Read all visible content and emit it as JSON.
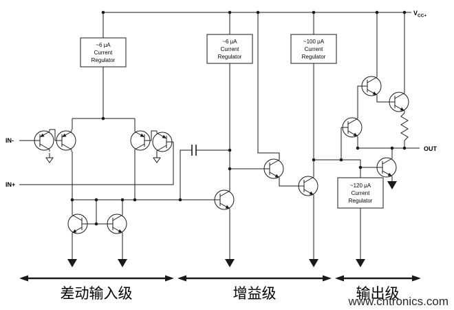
{
  "schematic": {
    "power_label": {
      "main": "V",
      "sub": "CC+"
    },
    "inputs": {
      "in_minus": "IN-",
      "in_plus": "IN+"
    },
    "output_label": "OUT",
    "regulators": [
      {
        "lines": [
          "~6 μA",
          "Current",
          "Regulator"
        ]
      },
      {
        "lines": [
          "~6 μA",
          "Current",
          "Regulator"
        ]
      },
      {
        "lines": [
          "~100 μA",
          "Current",
          "Regulator"
        ]
      },
      {
        "lines": [
          "~120 μA",
          "Current",
          "Regulator"
        ]
      }
    ],
    "stages": [
      {
        "label": "差动输入级"
      },
      {
        "label": "增益级"
      },
      {
        "label": "输出级"
      }
    ]
  },
  "watermark": {
    "text": "www.cntronics.com",
    "color": "#a6cc4f"
  },
  "colors": {
    "wire": "#1a1a1a",
    "background": "#ffffff"
  }
}
